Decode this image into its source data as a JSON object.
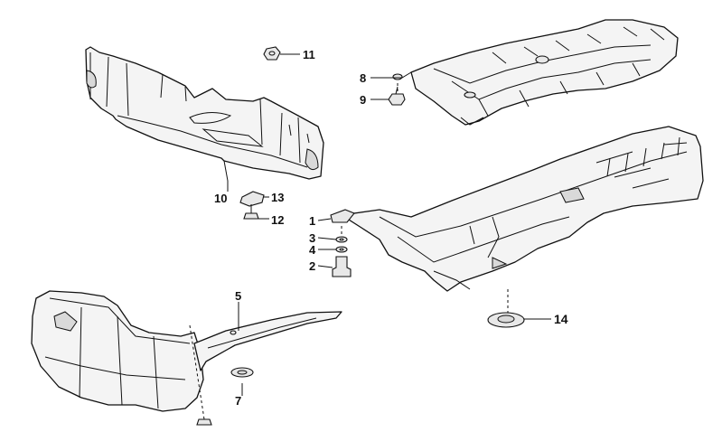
{
  "diagram": {
    "callouts": [
      {
        "id": "1",
        "text": "1"
      },
      {
        "id": "2",
        "text": "2"
      },
      {
        "id": "3",
        "text": "3"
      },
      {
        "id": "4",
        "text": "4"
      },
      {
        "id": "5",
        "text": "5"
      },
      {
        "id": "7",
        "text": "7"
      },
      {
        "id": "8",
        "text": "8"
      },
      {
        "id": "9",
        "text": "9"
      },
      {
        "id": "10",
        "text": "10"
      },
      {
        "id": "11",
        "text": "11"
      },
      {
        "id": "12",
        "text": "12"
      },
      {
        "id": "13",
        "text": "13"
      },
      {
        "id": "14",
        "text": "14"
      }
    ]
  }
}
